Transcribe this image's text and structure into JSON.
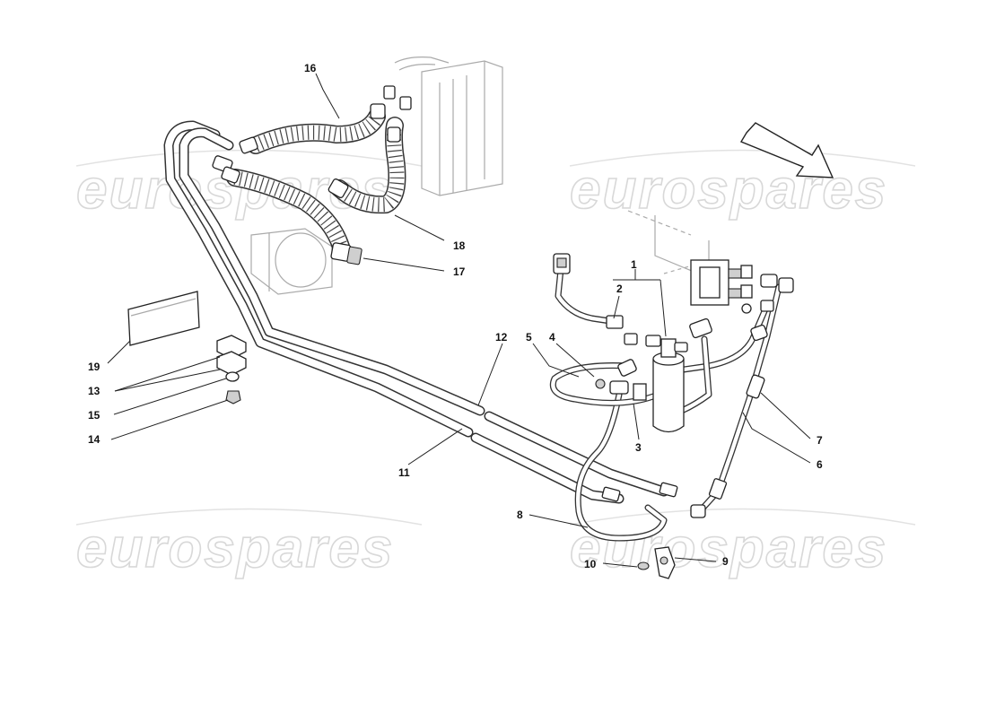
{
  "callouts": {
    "c1": "1",
    "c2": "2",
    "c3": "3",
    "c4": "4",
    "c5": "5",
    "c6": "6",
    "c7": "7",
    "c8": "8",
    "c9": "9",
    "c10": "10",
    "c11": "11",
    "c12": "12",
    "c13": "13",
    "c14": "14",
    "c15": "15",
    "c16": "16",
    "c17": "17",
    "c18": "18",
    "c19": "19"
  },
  "watermark": {
    "text": "eurospares"
  },
  "colors": {
    "line": "#333333",
    "watermark": "#d8d8d8",
    "ghost": "#aaaaaa"
  }
}
